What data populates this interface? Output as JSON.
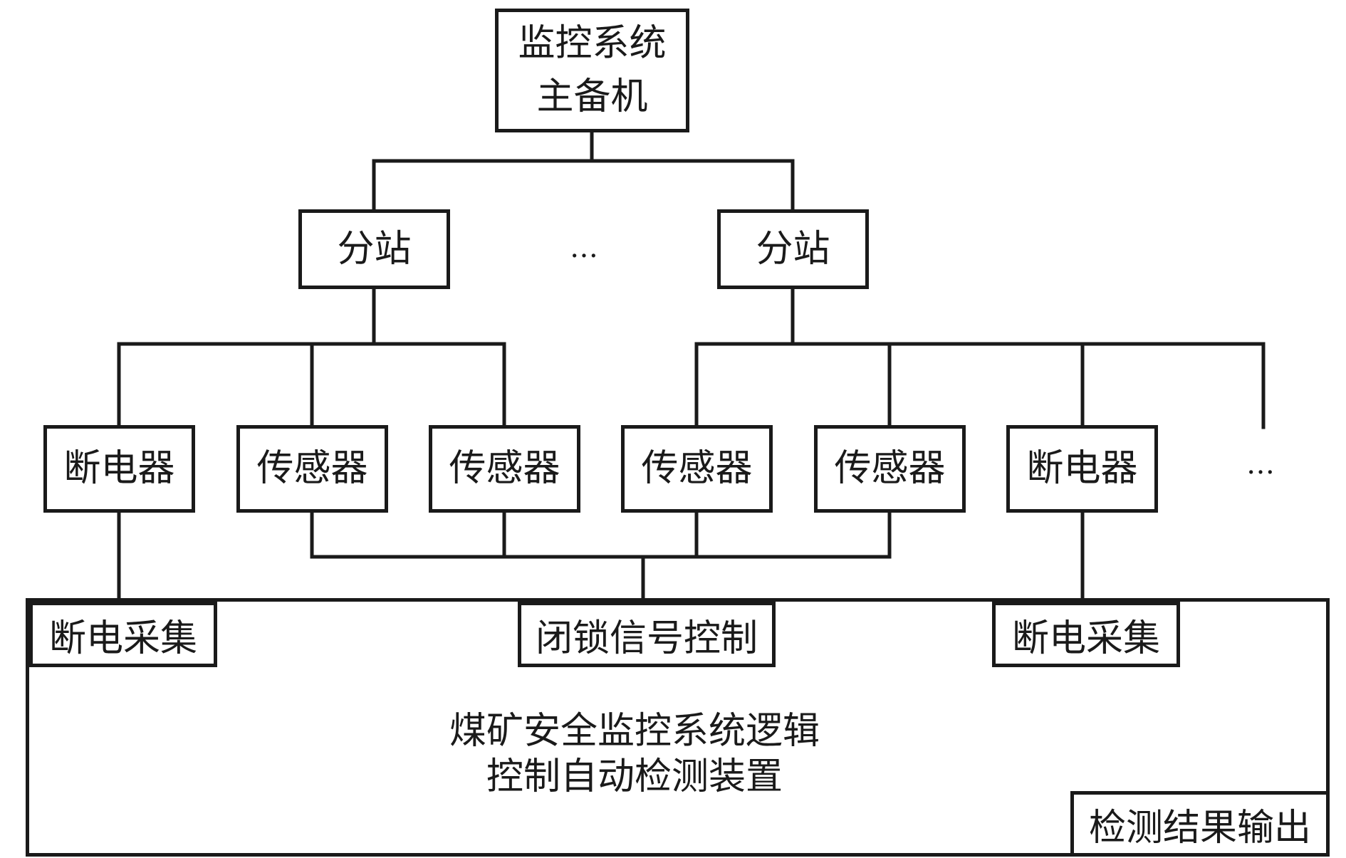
{
  "top": {
    "line1": "监控系统",
    "line2": "主备机"
  },
  "substations": [
    {
      "label": "分站"
    },
    {
      "label": "分站"
    }
  ],
  "middle_ellipsis": "…",
  "leaves": [
    {
      "label": "断电器"
    },
    {
      "label": "传感器"
    },
    {
      "label": "传感器"
    },
    {
      "label": "传感器"
    },
    {
      "label": "传感器"
    },
    {
      "label": "断电器"
    }
  ],
  "right_ellipsis": "…",
  "device": {
    "title_line1": "煤矿安全监控系统逻辑",
    "title_line2": "控制自动检测装置",
    "ports": {
      "left": "断电采集",
      "center": "闭锁信号控制",
      "right": "断电采集",
      "output": "检测结果输出"
    }
  }
}
